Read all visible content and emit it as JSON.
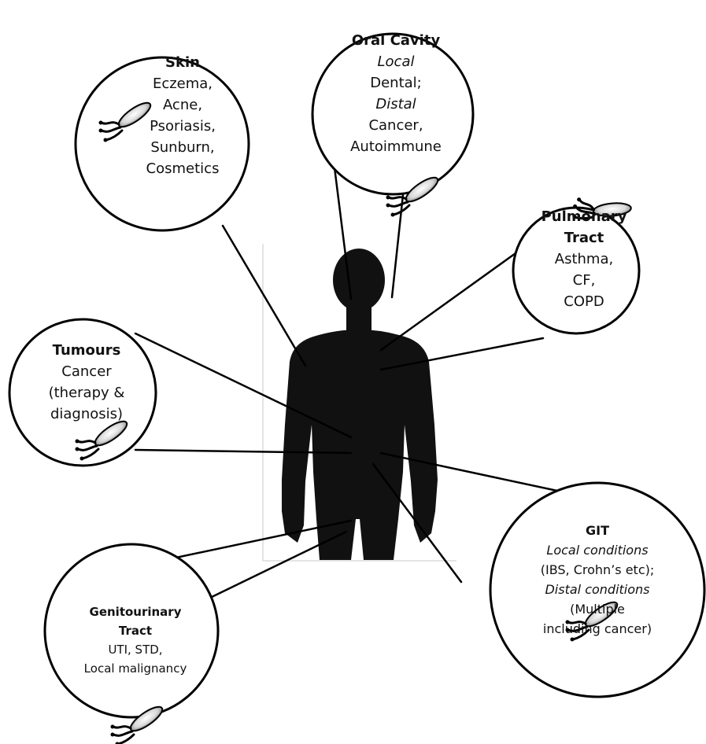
{
  "nodes": {
    "skin": {
      "title": "Skin",
      "lines": [
        "Eczema,",
        "Acne,",
        "Psoriasis,",
        "Sunburn,",
        "Cosmetics"
      ]
    },
    "oral": {
      "title": "Oral Cavity",
      "local_label": "Local",
      "local_text": "Dental;",
      "distal_label": "Distal",
      "distal_lines": [
        "Cancer,",
        "Autoimmune"
      ]
    },
    "pulmonary": {
      "title_lines": [
        "Pulmonary",
        "Tract"
      ],
      "lines": [
        "Asthma,",
        "CF,",
        "COPD"
      ]
    },
    "tumours": {
      "title": "Tumours",
      "lines": [
        "Cancer",
        "(therapy &",
        "diagnosis)"
      ]
    },
    "git": {
      "title": "GIT",
      "local_label": "Local conditions",
      "local_text": "(IBS, Crohn’s etc);",
      "distal_label": "Distal conditions",
      "distal_lines": [
        "(Multiple",
        "including cancer)"
      ]
    },
    "genito": {
      "title_lines": [
        "Genitourinary",
        "Tract"
      ],
      "lines": [
        "UTI, STD,",
        "Local malignancy"
      ]
    }
  },
  "icons": [
    "bacterium-icon",
    "bacterium-icon",
    "bacterium-icon",
    "bacterium-icon",
    "bacterium-icon",
    "bacterium-icon"
  ],
  "colors": {
    "stroke": "#000000",
    "silhouette": "#111111",
    "fill": "#ffffff"
  }
}
